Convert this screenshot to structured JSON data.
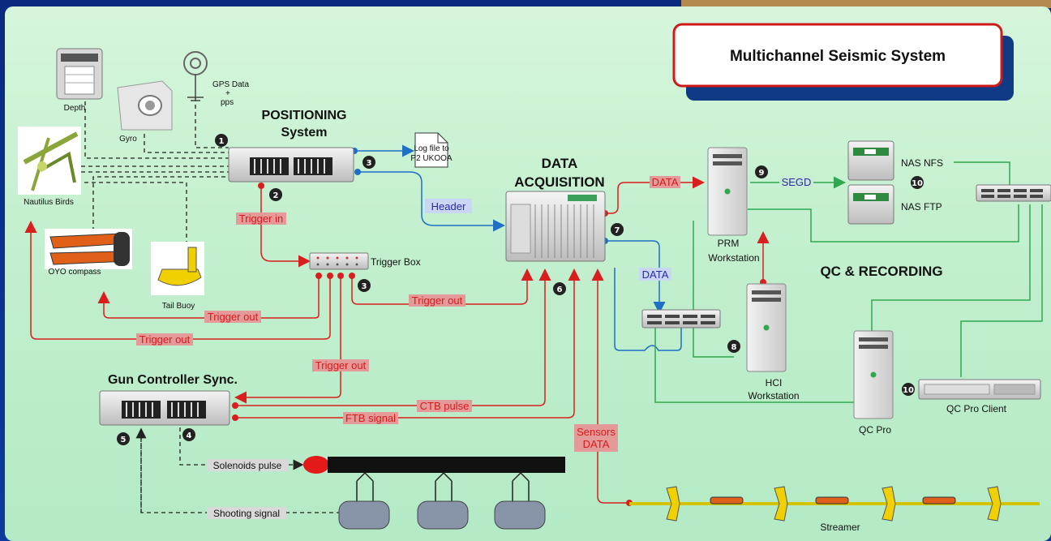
{
  "title": "Multichannel Seismic System",
  "sections": {
    "positioning_line1": "POSITIONING",
    "positioning_line2": "System",
    "acquisition_line1": "DATA",
    "acquisition_line2": "ACQUISITION",
    "qc_recording": "QC & RECORDING",
    "gun_controller": "Gun Controller Sync."
  },
  "devices": {
    "depth": "Depth",
    "gyro": "Gyro",
    "gps_line1": "GPS Data",
    "gps_line2": "+",
    "gps_line3": "pps",
    "nautilus": "Nautilus Birds",
    "oyo": "OYO compass",
    "tail_buoy": "Tail Buoy",
    "log_line1": "Log file to",
    "log_line2": "P2 UKOOA",
    "trigger_box": "Trigger Box",
    "prm_line1": "PRM",
    "prm_line2": "Workstation",
    "hci_line1": "HCI",
    "hci_line2": "Workstation",
    "nas_nfs": "NAS NFS",
    "nas_ftp": "NAS FTP",
    "qc_pro": "QC Pro",
    "qc_pro_client": "QC Pro Client",
    "streamer": "Streamer"
  },
  "signals": {
    "header": "Header",
    "trigger_in": "Trigger in",
    "trigger_out_1": "Trigger out",
    "trigger_out_2": "Trigger out",
    "trigger_out_3": "Trigger out",
    "trigger_out_4": "Trigger out",
    "data_1": "DATA",
    "data_2": "DATA",
    "segd": "SEGD",
    "ctb_pulse": "CTB pulse",
    "ftb_signal": "FTB signal",
    "sensors_line1": "Sensors",
    "sensors_line2": "DATA",
    "solenoids": "Solenoids pulse",
    "shooting": "Shooting signal"
  },
  "step_numbers": {
    "n1": "1",
    "n2": "2",
    "n3a": "3",
    "n3b": "3",
    "n4": "4",
    "n5": "5",
    "n6": "6",
    "n7": "7",
    "n8": "8",
    "n9": "9",
    "n10a": "10",
    "n10b": "10"
  },
  "colors": {
    "red_line": "#d81e1e",
    "blue_line": "#1f6fc4",
    "green_line": "#2fa84f",
    "background": "#c4f0cf",
    "title_border": "#d01a1a"
  }
}
